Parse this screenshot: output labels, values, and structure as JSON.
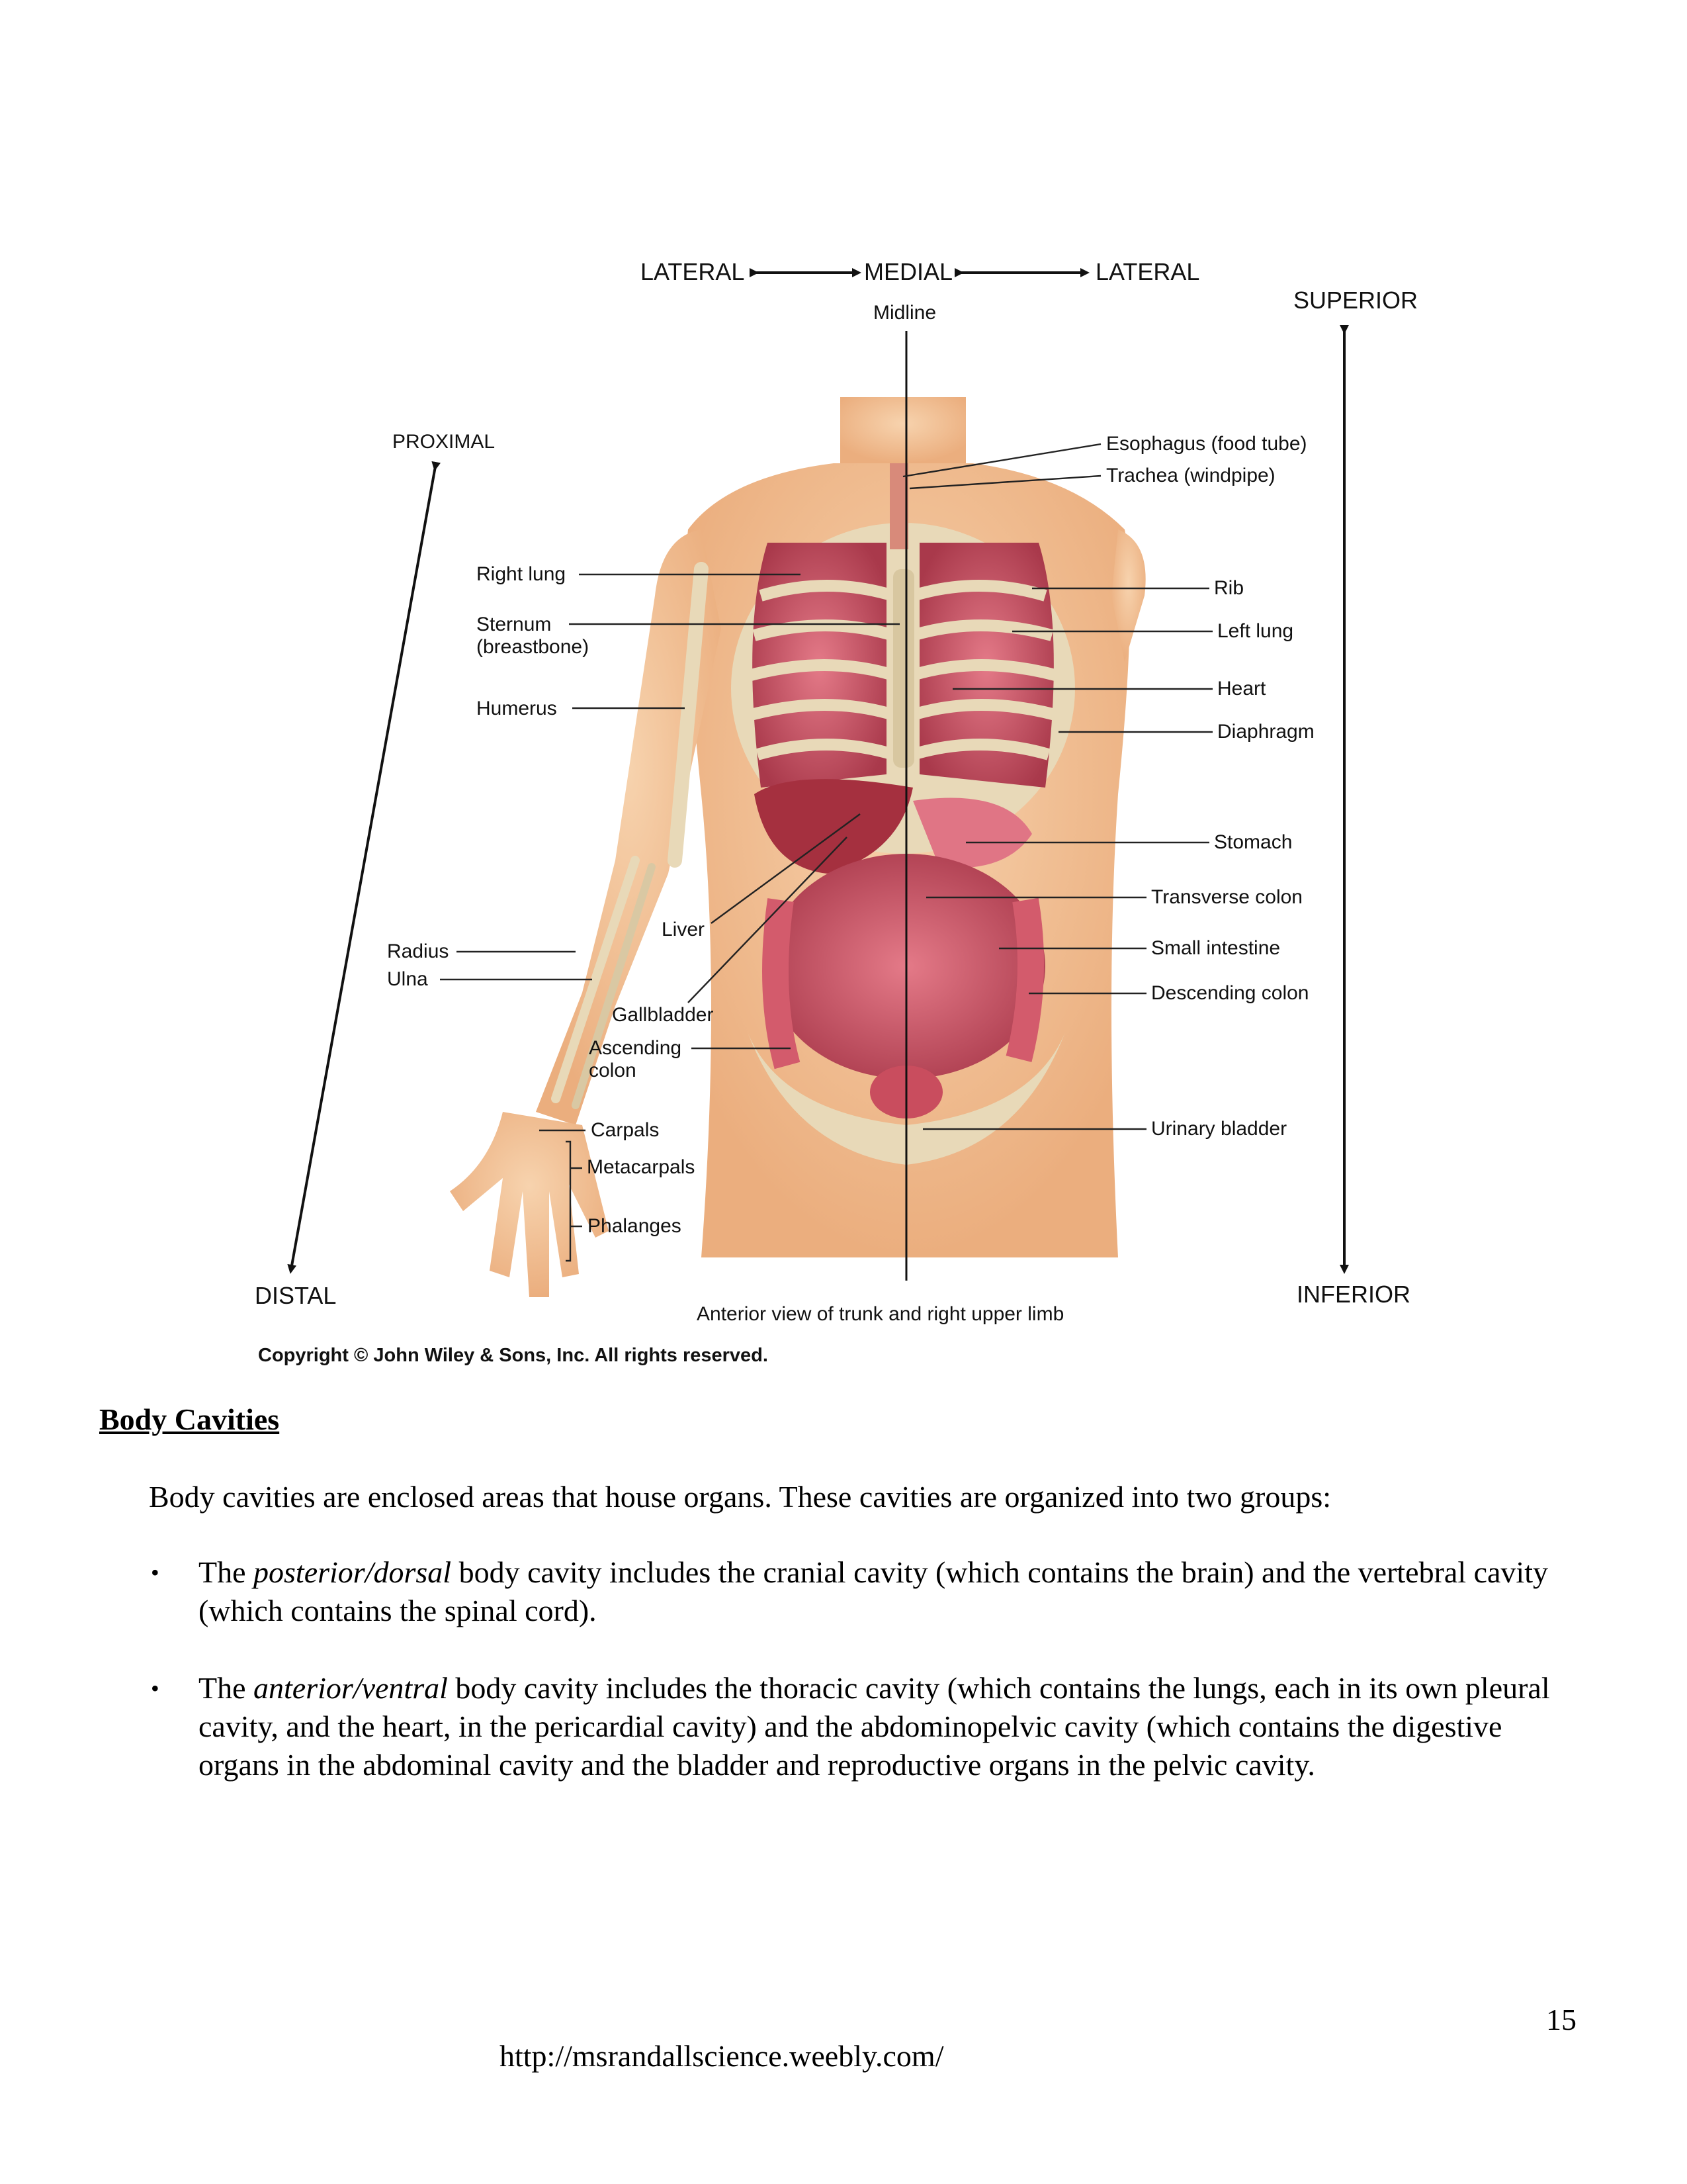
{
  "figure": {
    "directions": {
      "lateral_left": "LATERAL",
      "medial": "MEDIAL",
      "lateral_right": "LATERAL",
      "midline": "Midline",
      "superior": "SUPERIOR",
      "inferior": "INFERIOR",
      "proximal": "PROXIMAL",
      "distal": "DISTAL"
    },
    "labels_left": {
      "right_lung": "Right lung",
      "sternum_1": "Sternum",
      "sternum_2": "(breastbone)",
      "humerus": "Humerus",
      "liver": "Liver",
      "radius": "Radius",
      "ulna": "Ulna",
      "gallbladder": "Gallbladder",
      "ascending_colon_1": "Ascending",
      "ascending_colon_2": "colon",
      "carpals": "Carpals",
      "metacarpals": "Metacarpals",
      "phalanges": "Phalanges"
    },
    "labels_right": {
      "esophagus": "Esophagus (food tube)",
      "trachea": "Trachea (windpipe)",
      "rib": "Rib",
      "left_lung": "Left lung",
      "heart": "Heart",
      "diaphragm": "Diaphragm",
      "stomach": "Stomach",
      "transverse_colon": "Transverse colon",
      "small_intestine": "Small intestine",
      "descending_colon": "Descending colon",
      "urinary_bladder": "Urinary bladder"
    },
    "caption": "Anterior view of trunk and right upper limb",
    "copyright": "Copyright © John Wiley & Sons, Inc. All rights reserved."
  },
  "section": {
    "heading": "Body Cavities",
    "intro": "Body cavities are enclosed areas that house organs. These cavities are organized into two groups:",
    "bullets": [
      {
        "marker": "•",
        "pre": "The ",
        "em": "posterior/dorsal",
        "post": " body cavity includes the cranial cavity (which contains the brain) and the vertebral cavity (which contains the spinal cord)."
      },
      {
        "marker": "•",
        "pre": "The ",
        "em": "anterior/ventral",
        "post": " body cavity includes the thoracic cavity (which contains the lungs, each in its own pleural cavity, and the heart, in the pericardial cavity) and the abdominopelvic cavity (which contains the digestive organs in the abdominal cavity and the bladder and reproductive organs in the pelvic cavity."
      }
    ]
  },
  "footer": {
    "page_number": "15",
    "url": "http://msrandallscience.weebly.com/"
  },
  "colors": {
    "skin": "#f2c49b",
    "bone": "#e8d9b8",
    "organ": "#c94d5e",
    "text": "#000000"
  }
}
